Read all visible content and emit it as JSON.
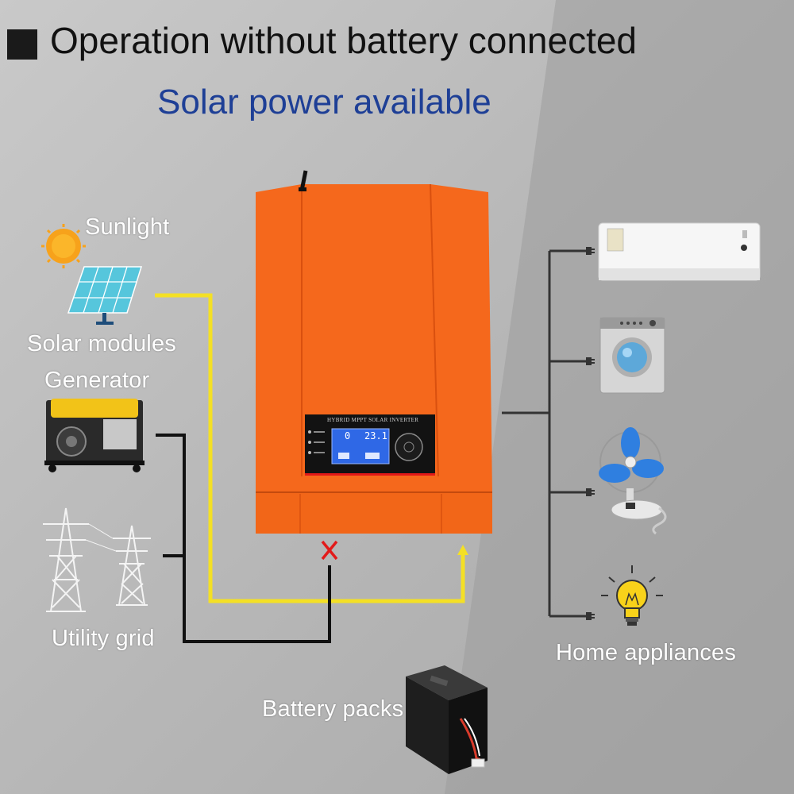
{
  "header": {
    "title": "Operation without battery connected",
    "subtitle": "Solar power available"
  },
  "inverter": {
    "panel_label": "HYBRID MPPT SOLAR INVERTER",
    "lcd_left_value": "0",
    "lcd_right_value": "23.1"
  },
  "labels": {
    "sunlight": "Sunlight",
    "solar_modules": "Solar modules",
    "generator": "Generator",
    "utility_grid": "Utility grid",
    "home_appliances": "Home appliances",
    "battery_packs": "Battery packs"
  },
  "status": {
    "battery_disconnected_mark": "X"
  },
  "colors": {
    "title": "#111111",
    "subtitle": "#1e3f96",
    "inverter_body": "#f5681c",
    "solar_flow_line": "#f4e025",
    "grid_line": "#111111",
    "disconnect_mark": "#e21a1a",
    "label_text": "#ffffff"
  }
}
